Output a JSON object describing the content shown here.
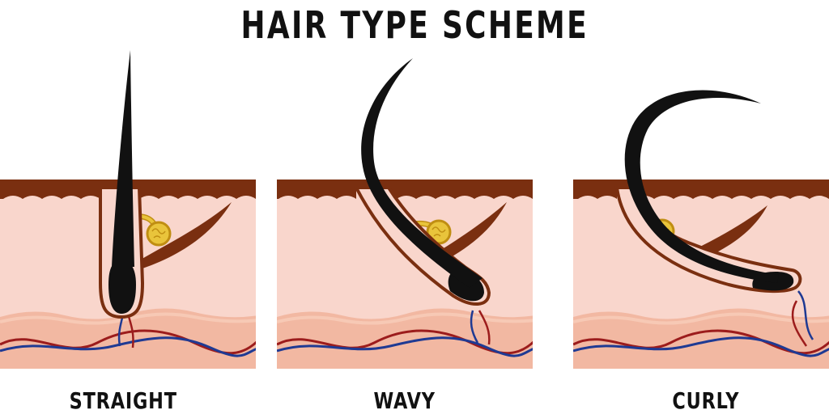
{
  "title": "HAIR TYPE SCHEME",
  "panels": [
    {
      "label": "STRAIGHT"
    },
    {
      "label": "WAVY"
    },
    {
      "label": "CURLY"
    }
  ],
  "colors": {
    "skin_top": "#7a2f10",
    "skin_dermis": "#f9d6cc",
    "skin_deep": "#f2b8a2",
    "skin_wave": "#f7c9b5",
    "hair": "#111111",
    "follicle_outline": "#7a2f10",
    "gland": "#e9c43b",
    "gland_outline": "#c08e12",
    "muscle": "#7a2f10",
    "artery": "#9c1c1c",
    "vein": "#1f3a93"
  }
}
